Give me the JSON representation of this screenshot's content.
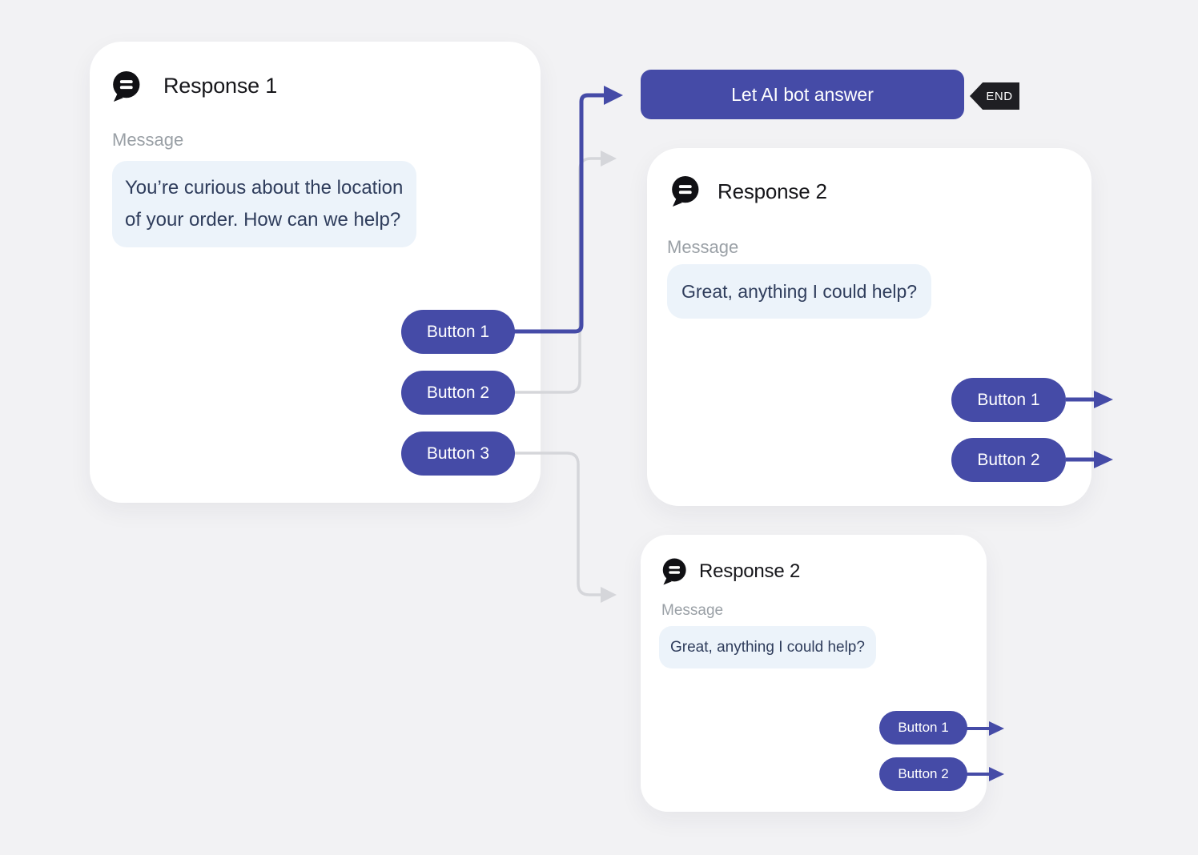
{
  "colors": {
    "accent_indigo": "#454BA7",
    "connector_gray": "#D5D6DA",
    "bubble_bg": "#ECF3FA",
    "bubble_text": "#2F3D5C",
    "card_bg": "#FFFFFF",
    "canvas_bg": "#F2F2F4",
    "end_badge_bg": "#1F1F23",
    "label_gray": "#9AA0A6",
    "icon_black": "#101014"
  },
  "nodes": {
    "response1": {
      "title": "Response 1",
      "message_label": "Message",
      "message": "You’re curious about the location of your order. How can we help?",
      "buttons": [
        "Button 1",
        "Button 2",
        "Button 3"
      ]
    },
    "ai_action": {
      "label": "Let AI bot answer",
      "end_badge": "END"
    },
    "response2_top": {
      "title": "Response 2",
      "message_label": "Message",
      "message": "Great, anything I could help?",
      "buttons": [
        "Button 1",
        "Button 2"
      ]
    },
    "response2_bottom": {
      "title": "Response 2",
      "message_label": "Message",
      "message": "Great, anything I could help?",
      "buttons": [
        "Button 1",
        "Button 2"
      ]
    }
  }
}
